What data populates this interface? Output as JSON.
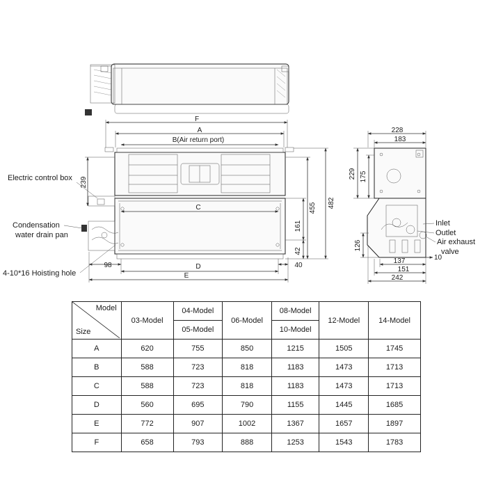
{
  "dimension_labels": {
    "F": "F",
    "A": "A",
    "B": "B(Air return port)",
    "C": "C",
    "D": "D",
    "E": "E",
    "left_side": "239",
    "right_455": "455",
    "right_482": "482",
    "right_161": "161",
    "right_42": "42",
    "bottom_98": "98",
    "bottom_40": "40",
    "side_228": "228",
    "side_183": "183",
    "side_229": "229",
    "side_175": "175",
    "side_126": "126",
    "side_137": "137",
    "side_151": "151",
    "side_242": "242",
    "side_10": "10"
  },
  "callouts": {
    "electric_box": "Electric control box",
    "drain_pan_1": "Condensation",
    "drain_pan_2": "water drain pan",
    "hoisting_hole": "4-10*16 Hoisting hole",
    "inlet": "Inlet",
    "outlet": "Outlet",
    "air_exhaust_1": "Air exhaust",
    "air_exhaust_2": "valve"
  },
  "table": {
    "corner_top": "Model",
    "corner_bottom": "Size",
    "columns": [
      "03-Model",
      "04-Model",
      "05-Model",
      "06-Model",
      "08-Model",
      "10-Model",
      "12-Model",
      "14-Model"
    ],
    "rows": [
      {
        "size": "A",
        "values": [
          "620",
          "755",
          "850",
          "1215",
          "1505",
          "1745"
        ]
      },
      {
        "size": "B",
        "values": [
          "588",
          "723",
          "818",
          "1183",
          "1473",
          "1713"
        ]
      },
      {
        "size": "C",
        "values": [
          "588",
          "723",
          "818",
          "1183",
          "1473",
          "1713"
        ]
      },
      {
        "size": "D",
        "values": [
          "560",
          "695",
          "790",
          "1155",
          "1445",
          "1685"
        ]
      },
      {
        "size": "E",
        "values": [
          "772",
          "907",
          "1002",
          "1367",
          "1657",
          "1897"
        ]
      },
      {
        "size": "F",
        "values": [
          "658",
          "793",
          "888",
          "1253",
          "1543",
          "1783"
        ]
      }
    ]
  }
}
